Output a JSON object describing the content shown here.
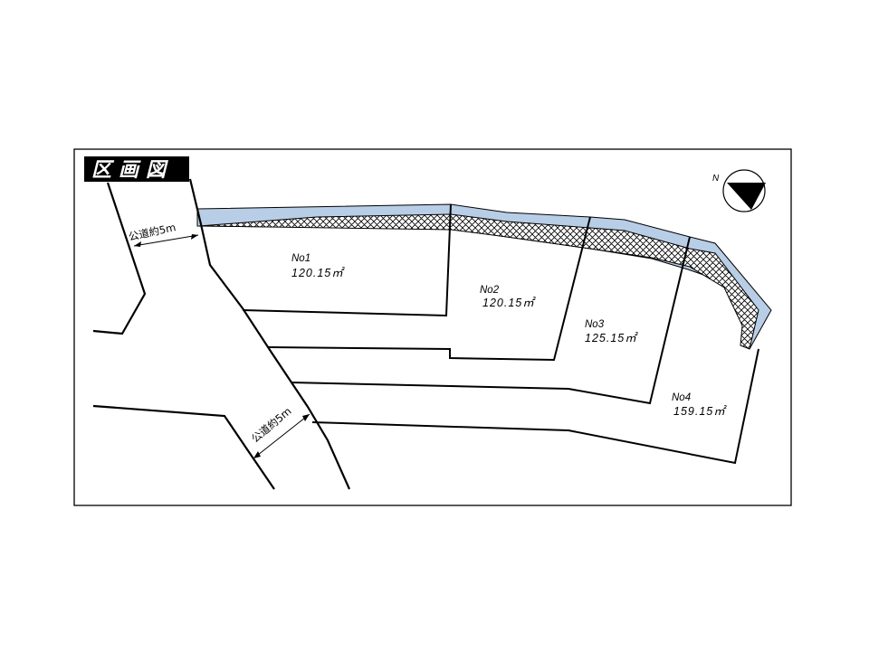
{
  "title": "区画図",
  "north_label": "N",
  "roads": [
    {
      "label": "公道約5m"
    },
    {
      "label": "公道約5m"
    }
  ],
  "lots": [
    {
      "number": "No1",
      "area": "120.15㎡"
    },
    {
      "number": "No2",
      "area": "120.15㎡"
    },
    {
      "number": "No3",
      "area": "125.15㎡"
    },
    {
      "number": "No4",
      "area": "159.15㎡"
    }
  ],
  "colors": {
    "setback_strip": "#b8cde6",
    "hatch": "#000000",
    "title_bg": "#000000",
    "lines": "#000000"
  }
}
